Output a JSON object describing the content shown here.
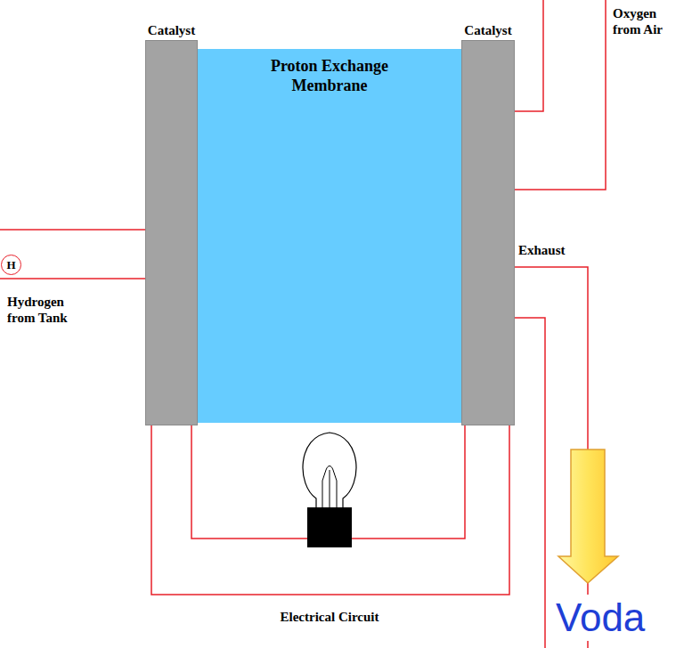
{
  "diagram": {
    "nodes": [
      {
        "text": [
          "Catalyst"
        ]
      },
      {
        "text": [
          "Proton Exchange Membrane"
        ]
      },
      {
        "text": [
          "Catalyst"
        ]
      },
      {
        "text": [
          "H"
        ]
      }
    ],
    "edges": [
      {
        "from": 0,
        "to": 2,
        "arrow": "none"
      },
      {
        "from": 0,
        "to": 2,
        "arrow": "none"
      }
    ],
    "labels": [
      "Oxygen from Air",
      "Exhaust",
      "Hydrogen from Tank",
      "Electrical Circuit",
      "Voda"
    ]
  }
}
